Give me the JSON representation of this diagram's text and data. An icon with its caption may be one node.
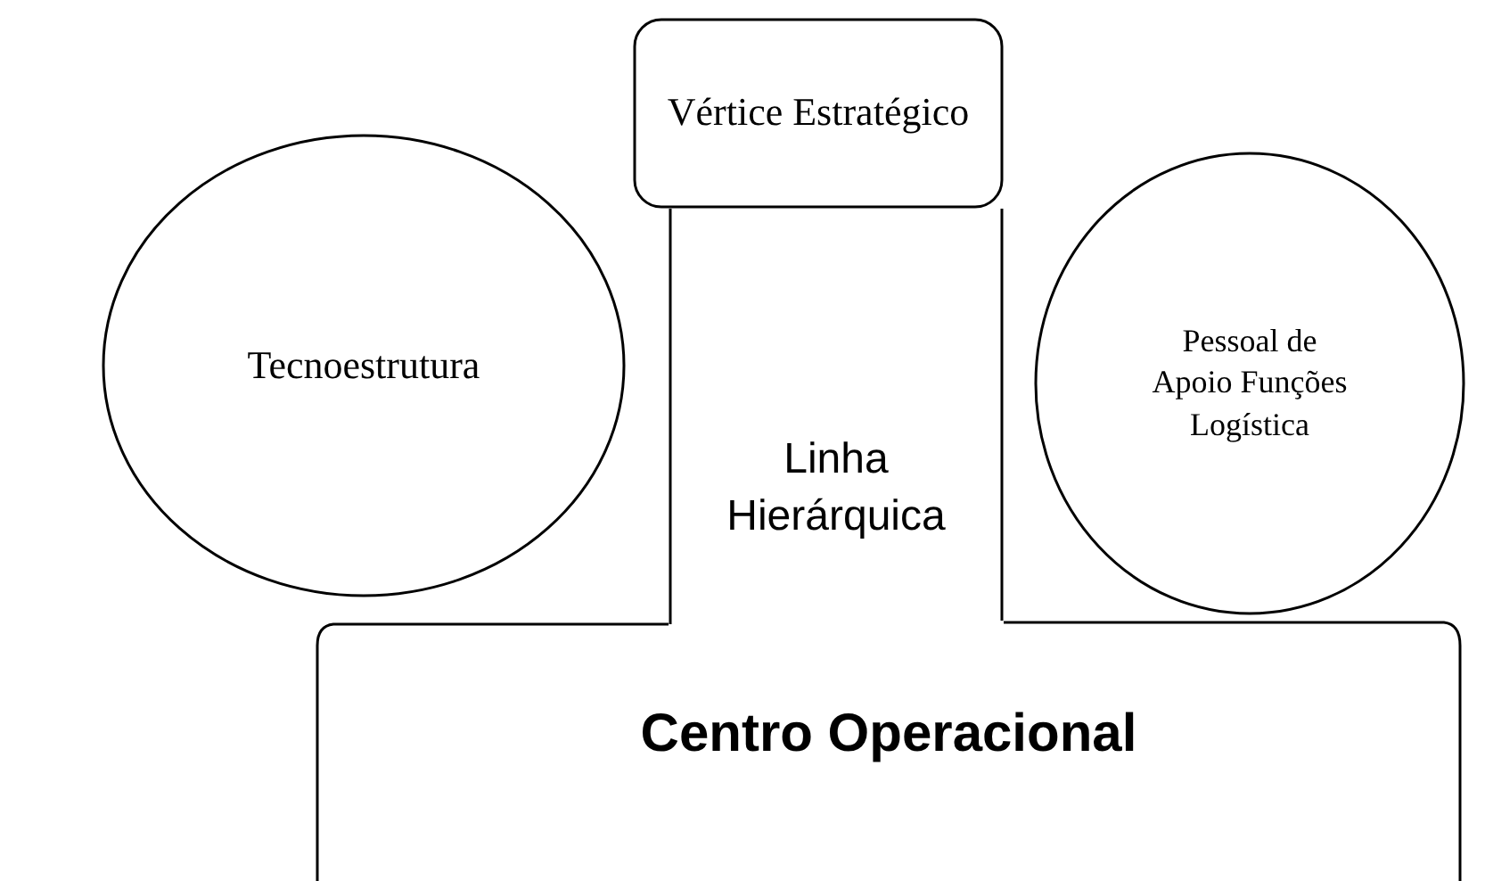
{
  "diagram": {
    "nodes": [
      {
        "text": [
          "Vértice Estratégico"
        ]
      },
      {
        "text": [
          "Tecnoestrutura"
        ]
      },
      {
        "text": [
          "Linha Hierárquica"
        ]
      },
      {
        "text": [
          "Pessoal de Apoio Funções Logística"
        ]
      },
      {
        "text": [
          "Centro Operacional"
        ]
      }
    ]
  }
}
